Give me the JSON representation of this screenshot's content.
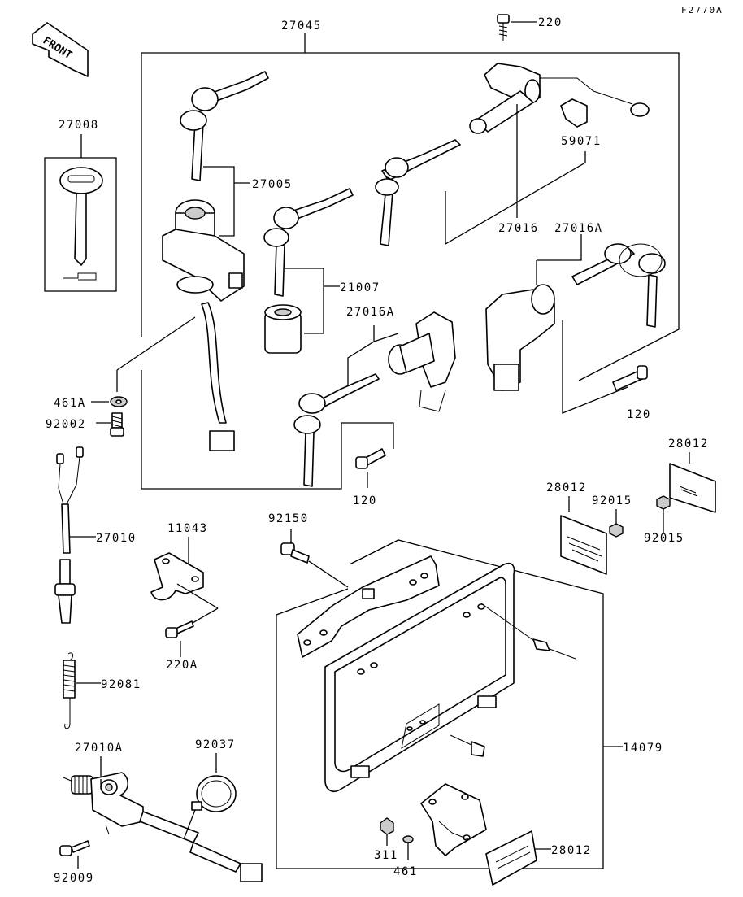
{
  "figure_code": "F2770A",
  "front_label": "FRONT",
  "parts": {
    "p27045": "27045",
    "p220": "220",
    "p27008": "27008",
    "p27005": "27005",
    "p59071": "59071",
    "p27016": "27016",
    "p27016A_upper": "27016A",
    "p21007": "21007",
    "p27016A_lower": "27016A",
    "p461A": "461A",
    "p92002": "92002",
    "p120_right": "120",
    "p120_lower": "120",
    "p28012_right": "28012",
    "p28012_mid": "28012",
    "p92015_a": "92015",
    "p92015_b": "92015",
    "p11043": "11043",
    "p92150": "92150",
    "p27010": "27010",
    "p220A": "220A",
    "p92081": "92081",
    "p14079": "14079",
    "p27010A": "27010A",
    "p92037": "92037",
    "p311": "311",
    "p461": "461",
    "p28012_bottom": "28012",
    "p92009": "92009"
  }
}
